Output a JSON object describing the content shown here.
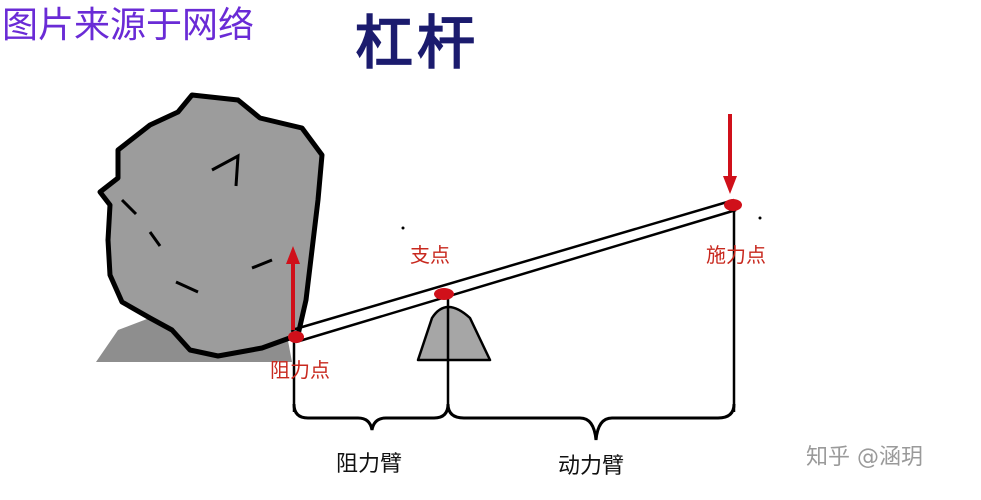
{
  "header": {
    "source_note": "图片来源于网络",
    "title": "杠杆"
  },
  "labels": {
    "fulcrum": "支点",
    "effort_point": "施力点",
    "load_point": "阻力点",
    "load_arm": "阻力臂",
    "effort_arm": "动力臂"
  },
  "watermark": "知乎 @涵玥",
  "colors": {
    "title": "#1b1b6e",
    "source_note": "#6a2bd6",
    "force_arrow": "#d0101a",
    "labels": "#c8281e",
    "rock": "#9c9c9c",
    "fulcrum": "#a6a6a6",
    "shadow": "#8e8e8e"
  }
}
